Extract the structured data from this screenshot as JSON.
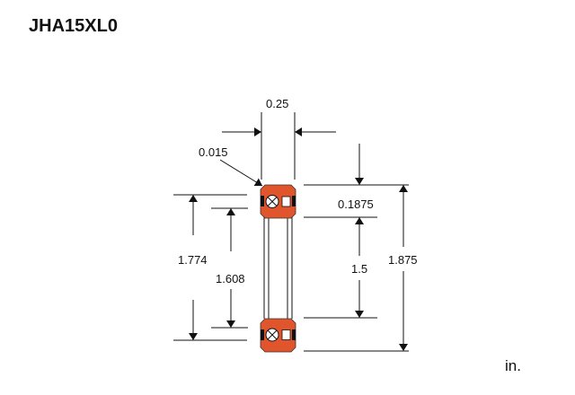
{
  "title": "JHA15XL0",
  "unit": "in.",
  "dimensions": {
    "width": "0.25",
    "chamfer": "0.015",
    "section_height": "0.1875",
    "bore": "1.5",
    "outer_diameter": "1.875",
    "outer_land": "1.774",
    "inner_land": "1.608"
  },
  "colors": {
    "ring": "#e0552b",
    "line": "#111111"
  }
}
